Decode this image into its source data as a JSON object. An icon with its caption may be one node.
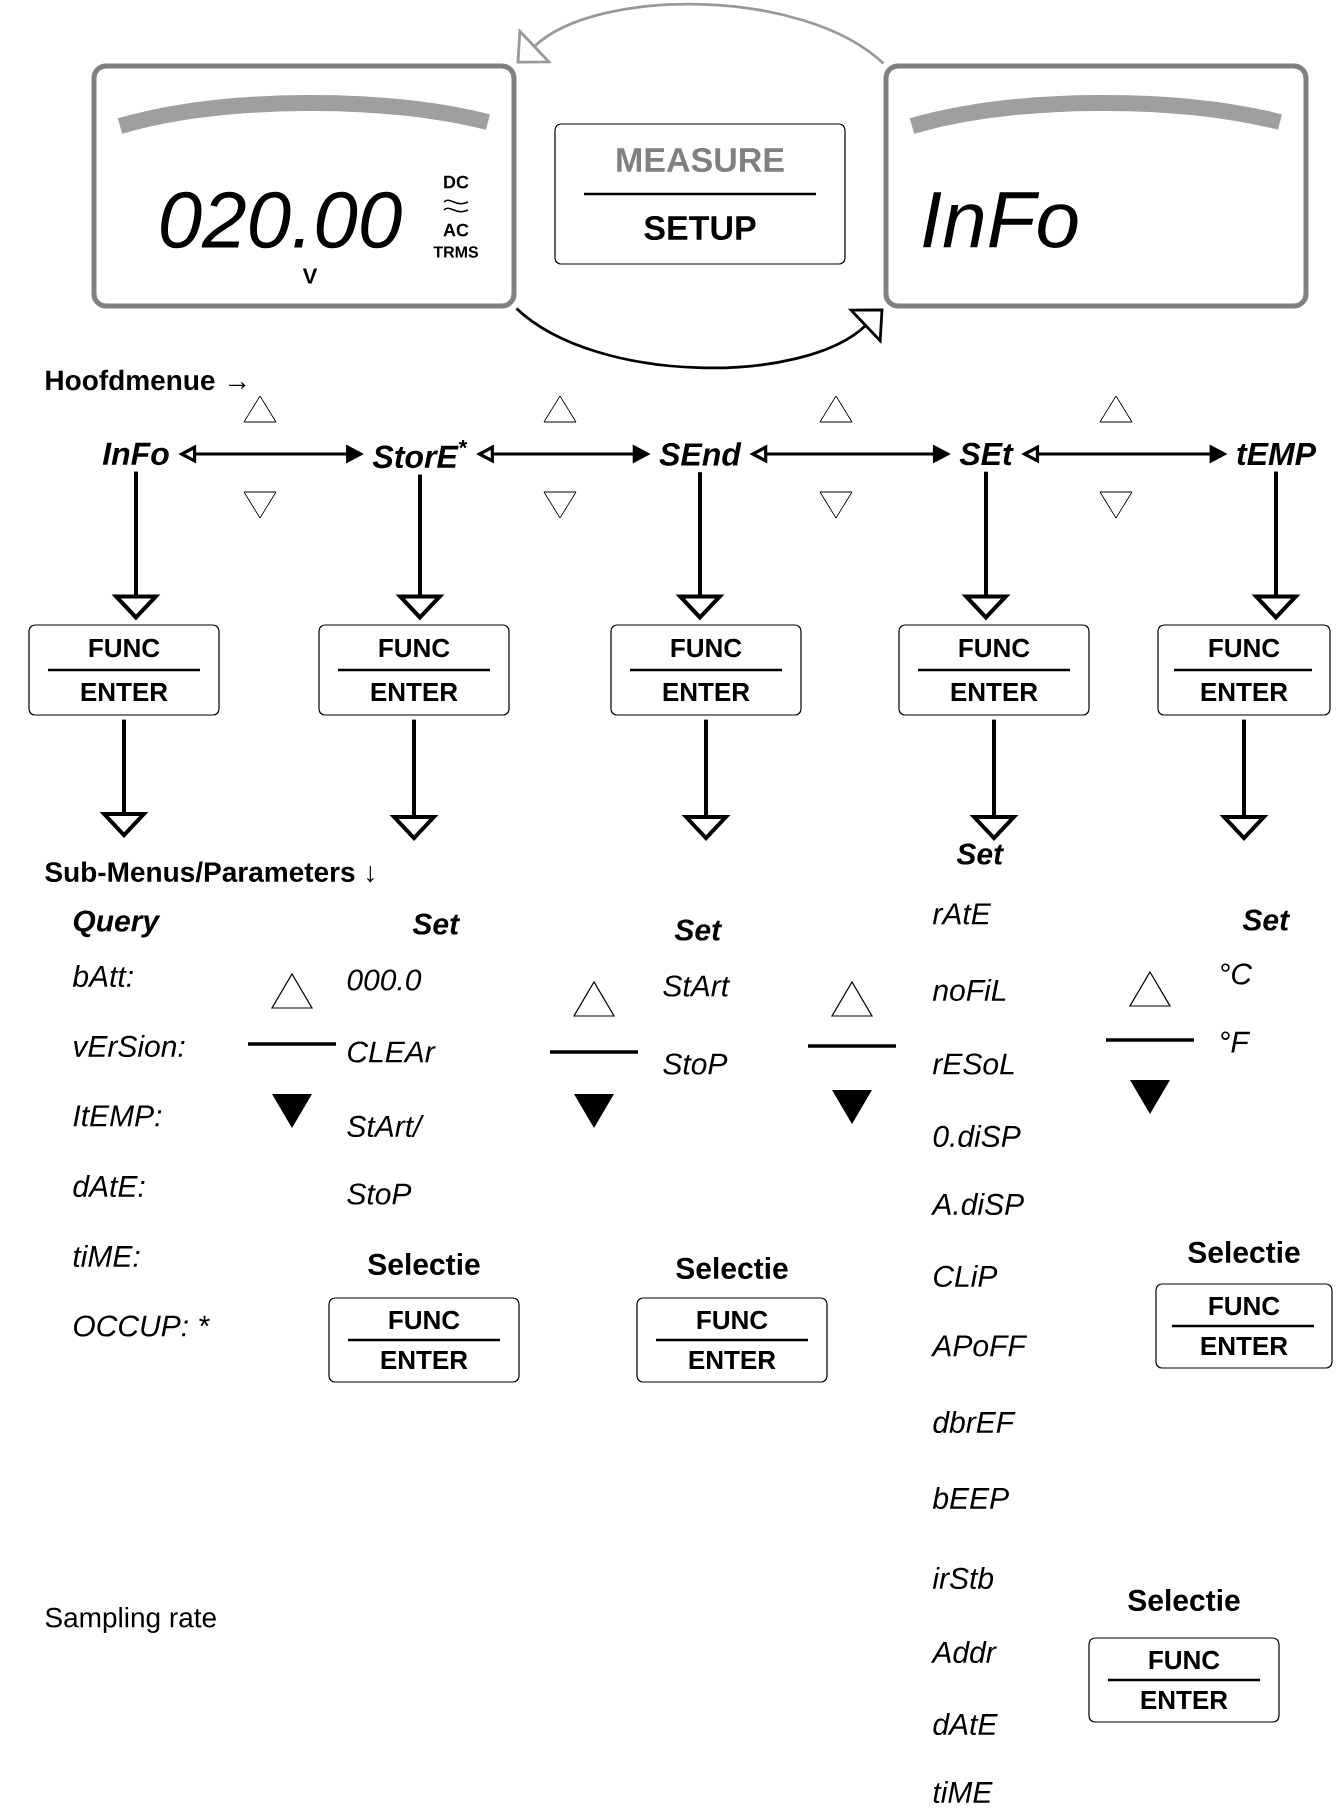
{
  "diagram": {
    "nodes": [
      {
        "text": [
          "020.00",
          "V",
          "DC",
          "AC",
          "TRMS"
        ]
      },
      {
        "text": [
          "MEASURE",
          "SETUP"
        ]
      },
      {
        "text": [
          "InFo"
        ]
      },
      {
        "text": [
          "InFo"
        ]
      },
      {
        "text": [
          "StorE$^{*}$"
        ]
      },
      {
        "text": [
          "SEnd"
        ]
      },
      {
        "text": [
          "SEt"
        ]
      },
      {
        "text": [
          "tEMP"
        ]
      },
      {
        "text": [
          "FUNC",
          "ENTER"
        ]
      },
      {
        "text": [
          "FUNC",
          "ENTER"
        ]
      },
      {
        "text": [
          "FUNC",
          "ENTER"
        ]
      },
      {
        "text": [
          "FUNC",
          "ENTER"
        ]
      },
      {
        "text": [
          "FUNC",
          "ENTER"
        ]
      },
      {
        "text": [
          "Query",
          "bAtt:",
          "vErSion:",
          "ItEMP:",
          "dAtE:",
          "tiME:",
          "OCCUP: *"
        ]
      },
      {
        "text": [
          "Set",
          "000.0",
          "CLEAr",
          "StArt/",
          "StoP"
        ]
      },
      {
        "text": [
          "Set",
          "StArt",
          "StoP"
        ]
      },
      {
        "text": [
          "Set",
          "rAtE",
          "noFiL",
          "rESoL",
          "0.diSP",
          "A.diSP",
          "CLiP",
          "APoFF",
          "dbrEF",
          "bEEP",
          "irStb",
          "Addr",
          "dAtE",
          "tiME"
        ]
      },
      {
        "text": [
          "Set",
          "°C",
          "°F"
        ]
      },
      {
        "text": [
          "Selectie",
          "FUNC",
          "ENTER"
        ]
      },
      {
        "text": [
          "Selectie",
          "FUNC",
          "ENTER"
        ]
      },
      {
        "text": [
          "Selectie",
          "FUNC",
          "ENTER"
        ]
      },
      {
        "text": [
          "Selectie",
          "FUNC",
          "ENTER"
        ]
      }
    ],
    "edges": [
      {
        "from": 2,
        "to": 0,
        "arrow": "to",
        "color": "#999999"
      },
      {
        "from": 0,
        "to": 2,
        "arrow": "to"
      },
      {
        "from": 3,
        "to": 4,
        "arrow": "both"
      },
      {
        "from": 4,
        "to": 5,
        "arrow": "both"
      },
      {
        "from": 5,
        "to": 6,
        "arrow": "both"
      },
      {
        "from": 6,
        "to": 7,
        "arrow": "both"
      },
      {
        "from": 3,
        "to": 8,
        "arrow": "to"
      },
      {
        "from": 4,
        "to": 9,
        "arrow": "to"
      },
      {
        "from": 5,
        "to": 10,
        "arrow": "to"
      },
      {
        "from": 6,
        "to": 11,
        "arrow": "to"
      },
      {
        "from": 7,
        "to": 12,
        "arrow": "to"
      },
      {
        "from": 8,
        "to": 13,
        "arrow": "to"
      },
      {
        "from": 9,
        "to": 14,
        "arrow": "to"
      },
      {
        "from": 10,
        "to": 15,
        "arrow": "to"
      },
      {
        "from": 11,
        "to": 16,
        "arrow": "to"
      },
      {
        "from": 12,
        "to": 17,
        "arrow": "to"
      }
    ],
    "labels": [
      "Hoofdmenue →",
      "Sub-Menus/Parameters ↓",
      "Sampling rate"
    ]
  }
}
